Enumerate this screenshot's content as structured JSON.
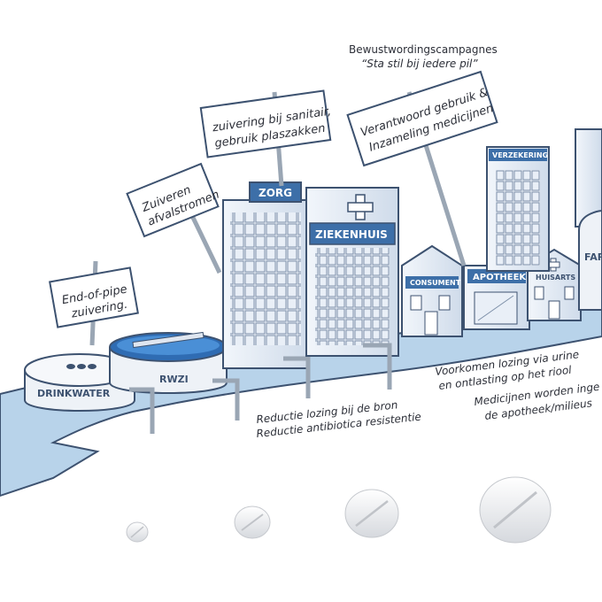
{
  "campaign": {
    "title": "Bewustwordingscampagnes",
    "slogan": "“Sta stil bij iedere pil”"
  },
  "signs": {
    "end_of_pipe": [
      "End-of-pipe",
      "zuivering."
    ],
    "zuiveren": [
      "Zuiveren",
      "afvalstromen"
    ],
    "sanitair": [
      "zuivering bij sanitair,",
      "gebruik plaszakken"
    ],
    "verantwoord": [
      "Verantwoord gebruik &",
      "Inzameling medicijnen"
    ]
  },
  "buildings": {
    "drinkwater": "DRINKWATER",
    "rwzi": "RWZI",
    "zorg": "ZORG",
    "ziekenhuis": "ZIEKENHUIS",
    "consument": "CONSUMENT",
    "apotheek": "APOTHEEK",
    "huisarts": "HUISARTS",
    "verzekering": "VERZEKERING",
    "farma": "FAR"
  },
  "captions": {
    "bron": [
      "Reductie lozing bij de bron",
      "Reductie antibiotica resistentie"
    ],
    "voorkomen": [
      "Voorkomen lozing via urine",
      "en ontlasting op het riool"
    ],
    "medicijnen": [
      "Medicijnen worden inge",
      "de apotheek/milieus"
    ]
  },
  "colors": {
    "water": "#b8d3ea",
    "water_dark": "#2f6cb3",
    "outline": "#3d5270",
    "building": "#e8eef7"
  },
  "icons": [
    "pill-icon",
    "cross-icon"
  ]
}
